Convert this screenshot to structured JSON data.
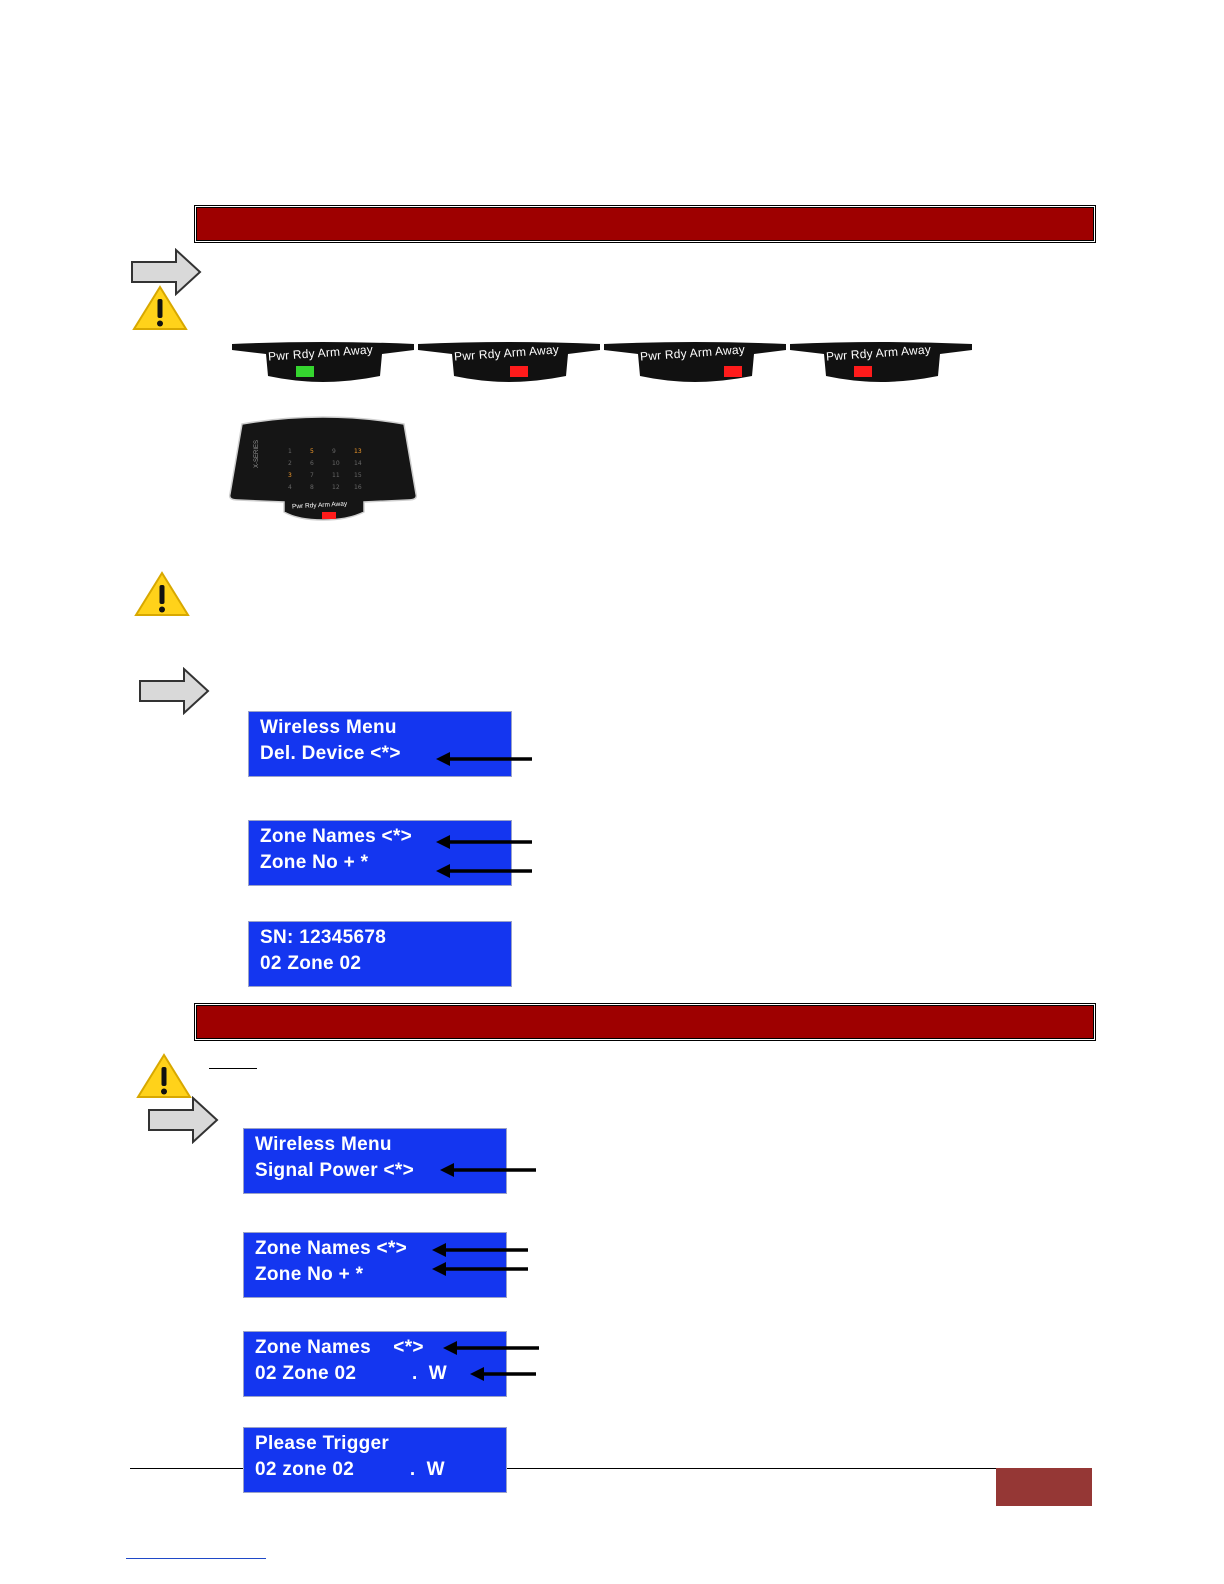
{
  "led_strips": [
    {
      "label": "Pwr Rdy Arm Away",
      "led_color": "#35d52f",
      "led_position": "pwr"
    },
    {
      "label": "Pwr Rdy Arm Away",
      "led_color": "#ff1b1b",
      "led_position": "rdy-arm"
    },
    {
      "label": "Pwr Rdy Arm Away",
      "led_color": "#ff1b1b",
      "led_position": "arm-away"
    },
    {
      "label": "Pwr Rdy Arm Away",
      "led_color": "#ff1b1b",
      "led_position": "pwr"
    }
  ],
  "keypad": {
    "brand": "X-SERIES",
    "status_label": "Pwr Rdy Arm Away",
    "led_color": "#ff1b1b",
    "zones": [
      {
        "n": "1",
        "highlight": false
      },
      {
        "n": "5",
        "highlight": true
      },
      {
        "n": "9",
        "highlight": false
      },
      {
        "n": "13",
        "highlight": true
      },
      {
        "n": "2",
        "highlight": false
      },
      {
        "n": "6",
        "highlight": false
      },
      {
        "n": "10",
        "highlight": false
      },
      {
        "n": "14",
        "highlight": false
      },
      {
        "n": "3",
        "highlight": true
      },
      {
        "n": "7",
        "highlight": false
      },
      {
        "n": "11",
        "highlight": false
      },
      {
        "n": "15",
        "highlight": false
      },
      {
        "n": "4",
        "highlight": false
      },
      {
        "n": "8",
        "highlight": false
      },
      {
        "n": "12",
        "highlight": false
      },
      {
        "n": "16",
        "highlight": false
      }
    ]
  },
  "lcd_screens": [
    {
      "line1": "Wireless Menu",
      "line2": "Del. Device <*>"
    },
    {
      "line1": "Zone Names <*>",
      "line2": "Zone No + *"
    },
    {
      "line1": "SN: 12345678",
      "line2": "02 Zone 02"
    },
    {
      "line1": "Wireless Menu",
      "line2": "Signal Power <*>"
    },
    {
      "line1": "Zone Names <*>",
      "line2": "Zone No + *"
    },
    {
      "line1": "Zone Names    <*>",
      "line2": "02 Zone 02          .  W"
    },
    {
      "line1": "Please Trigger",
      "line2": "02 zone 02          .  W"
    }
  ],
  "colors": {
    "section_bar": "#9e0000",
    "lcd_background": "#1436f0",
    "page_number_box": "#953735"
  },
  "icons": [
    "arrow-right-icon",
    "caution-icon"
  ]
}
